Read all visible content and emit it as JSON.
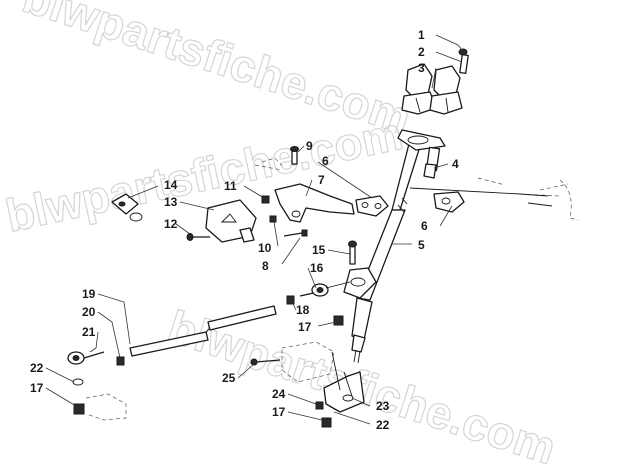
{
  "watermarks": [
    {
      "id": "top",
      "text": "blwpartsfiche.com"
    },
    {
      "id": "middle",
      "text": "blwpartsfiche.com"
    },
    {
      "id": "lower",
      "text": "blwpartsfiche.com"
    }
  ],
  "callouts": [
    {
      "id": "c1",
      "label": "1"
    },
    {
      "id": "c2",
      "label": "2"
    },
    {
      "id": "c3",
      "label": "3"
    },
    {
      "id": "c4",
      "label": "4"
    },
    {
      "id": "c5",
      "label": "5"
    },
    {
      "id": "c6a",
      "label": "6"
    },
    {
      "id": "c6b",
      "label": "6"
    },
    {
      "id": "c7",
      "label": "7"
    },
    {
      "id": "c8",
      "label": "8"
    },
    {
      "id": "c9",
      "label": "9"
    },
    {
      "id": "c10",
      "label": "10"
    },
    {
      "id": "c11",
      "label": "11"
    },
    {
      "id": "c12",
      "label": "12"
    },
    {
      "id": "c13",
      "label": "13"
    },
    {
      "id": "c14",
      "label": "14"
    },
    {
      "id": "c15",
      "label": "15"
    },
    {
      "id": "c16",
      "label": "16"
    },
    {
      "id": "c17a",
      "label": "17"
    },
    {
      "id": "c17b",
      "label": "17"
    },
    {
      "id": "c17c",
      "label": "17"
    },
    {
      "id": "c18",
      "label": "18"
    },
    {
      "id": "c19",
      "label": "19"
    },
    {
      "id": "c20",
      "label": "20"
    },
    {
      "id": "c21",
      "label": "21"
    },
    {
      "id": "c22a",
      "label": "22"
    },
    {
      "id": "c22b",
      "label": "22"
    },
    {
      "id": "c23",
      "label": "23"
    },
    {
      "id": "c24",
      "label": "24"
    },
    {
      "id": "c25",
      "label": "25"
    }
  ]
}
